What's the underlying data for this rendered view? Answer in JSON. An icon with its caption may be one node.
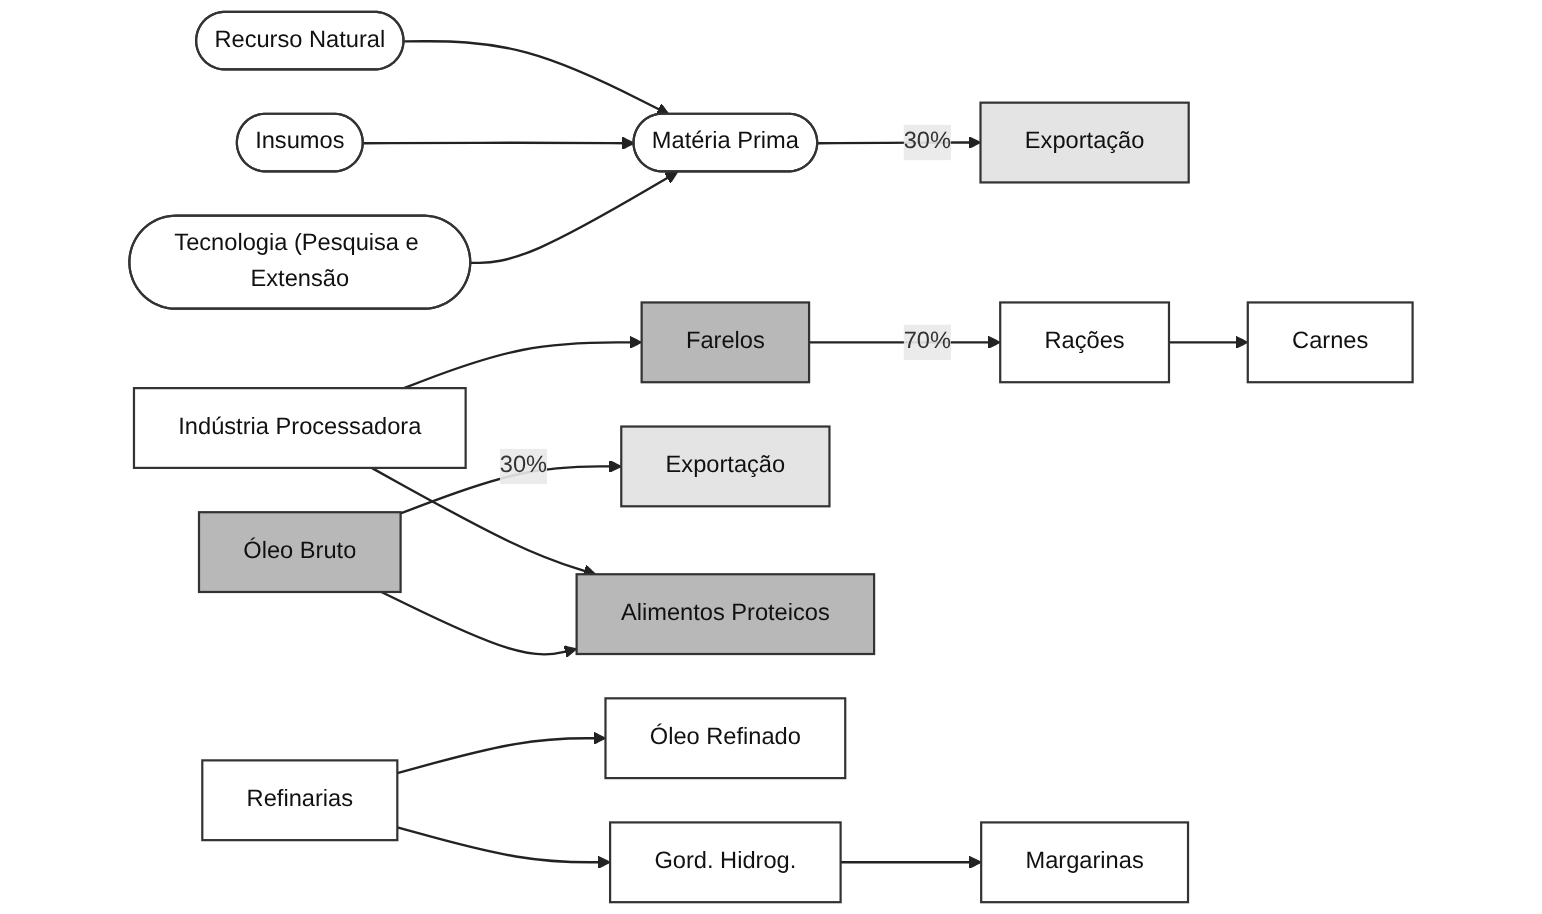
{
  "diagram": {
    "nodes": [
      {
        "text": [
          "Recurso Natural"
        ]
      },
      {
        "text": [
          "Insumos"
        ]
      },
      {
        "text": [
          "Matéria Prima"
        ]
      },
      {
        "text": [
          "Tecnologia (Pesquisa e Extensão"
        ]
      },
      {
        "text": [
          "Exportação"
        ]
      },
      {
        "text": [
          "Indústria Processadora"
        ]
      },
      {
        "text": [
          "Farelos"
        ]
      },
      {
        "text": [
          "Rações"
        ]
      },
      {
        "text": [
          "Carnes"
        ]
      },
      {
        "text": [
          "Óleo Bruto"
        ]
      },
      {
        "text": [
          "Exportação"
        ]
      },
      {
        "text": [
          "Alimentos Proteicos"
        ]
      },
      {
        "text": [
          "Óleo Refinado"
        ]
      },
      {
        "text": [
          "Refinarias"
        ]
      },
      {
        "text": [
          "Gord. Hidrog."
        ]
      },
      {
        "text": [
          "Margarinas"
        ]
      }
    ],
    "edges": [
      {
        "from": 0,
        "to": 2,
        "arrow": "to"
      },
      {
        "from": 1,
        "to": 2,
        "arrow": "to"
      },
      {
        "from": 3,
        "to": 2,
        "arrow": "to"
      },
      {
        "from": 2,
        "to": 4,
        "arrow": "to",
        "label": "30%"
      },
      {
        "from": 5,
        "to": 6,
        "arrow": "to"
      },
      {
        "from": 6,
        "to": 7,
        "arrow": "to",
        "label": "70%"
      },
      {
        "from": 7,
        "to": 8,
        "arrow": "to"
      },
      {
        "from": 5,
        "to": 11,
        "arrow": "to"
      },
      {
        "from": 9,
        "to": 10,
        "arrow": "to",
        "label": "30%"
      },
      {
        "from": 9,
        "to": 11,
        "arrow": "to"
      },
      {
        "from": 13,
        "to": 12,
        "arrow": "to"
      },
      {
        "from": 13,
        "to": 14,
        "arrow": "to"
      },
      {
        "from": 14,
        "to": 15,
        "arrow": "to"
      }
    ]
  }
}
